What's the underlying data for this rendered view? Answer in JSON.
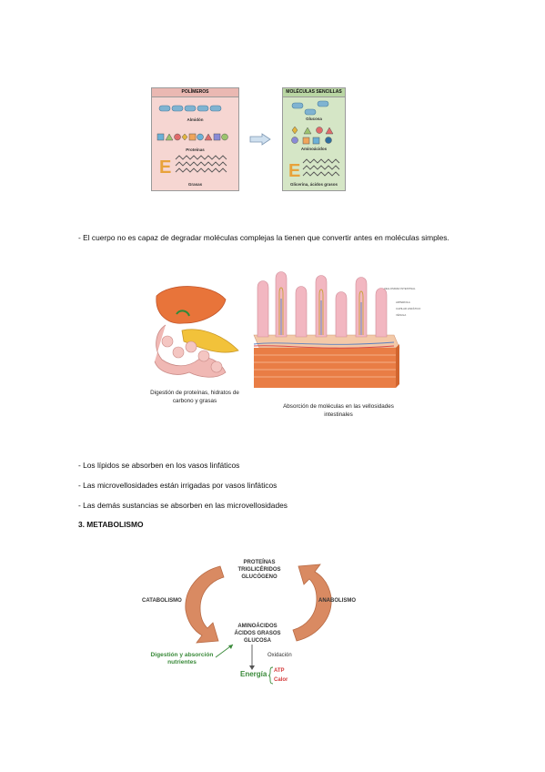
{
  "figure_molecules": {
    "left_title": "POLÍMEROS",
    "left_labels": [
      "Almidón",
      "Proteínas",
      "Grasas"
    ],
    "right_title": "MOLÉCULAS SENCILLAS",
    "right_labels": [
      "Glucosa",
      "Aminoácidos",
      "Glicerina, ácidos grasos"
    ],
    "arrow": "right-arrow"
  },
  "paragraph_1": "- El cuerpo no es capaz de degradar moléculas complejas la tienen que convertir antes en moléculas simples.",
  "figure_digestion": {
    "caption_left": "Digestión de proteínas, hidratos de carbono y grasas",
    "caption_right": "Absorción de moléculas en las vellosidades intestinales",
    "tiny_labels": [
      "VELLOSIDAD INTESTINAL",
      "ARTERIOLA",
      "CAPILAR LINFÁTICO",
      "VÉNULA"
    ]
  },
  "bullets": [
    "- Los lípidos se absorben en los vasos linfáticos",
    "- Las microvellosidades están irrigadas por vasos linfáticos",
    "- Las demás sustancias se absorben en las microvellosidades"
  ],
  "section_heading": "3. METABOLISMO",
  "figure_metabolism": {
    "top_lines": [
      "PROTEÍNAS",
      "TRIGLICÉRIDOS",
      "GLUCÓGENO"
    ],
    "middle_lines": [
      "AMINOÁCIDOS",
      "ÁCIDOS GRASOS",
      "GLUCOSA"
    ],
    "left_label": "CATABOLISMO",
    "right_label": "ANABOLISMO",
    "oxidation": "Oxidación",
    "digestion": "Digestión y absorción nutrientes",
    "energy": "Energía",
    "energy_items": [
      "ATP",
      "Calor"
    ],
    "colors": {
      "arrow": "#d98a62",
      "green": "#3a8a3a",
      "red": "#d43a3a"
    }
  }
}
